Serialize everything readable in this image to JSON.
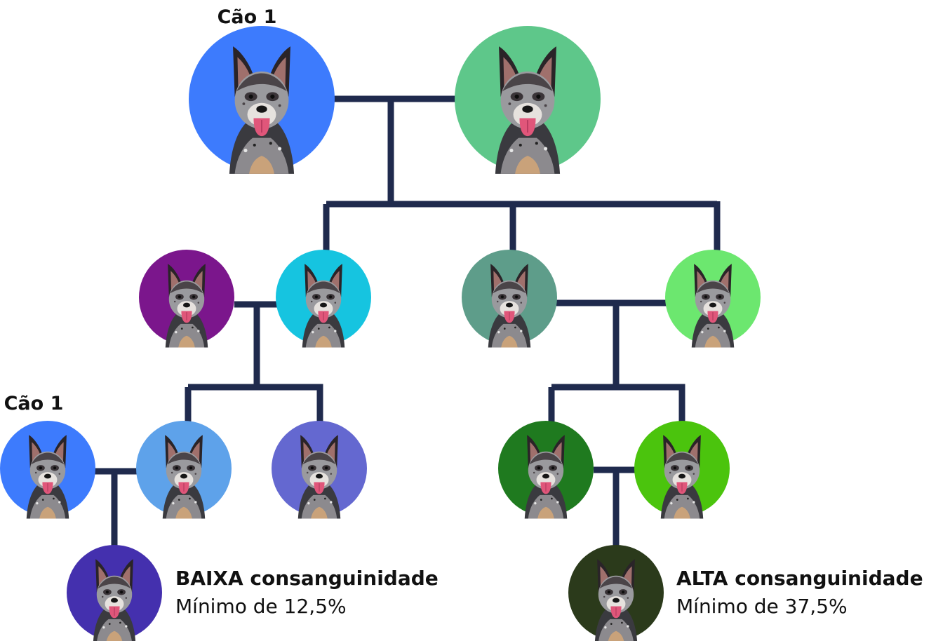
{
  "labels": {
    "dog1_top": "Cão 1",
    "dog1_bottom": "Cão 1"
  },
  "captions": {
    "low": {
      "title": "BAIXA consanguinidade",
      "subtitle": "Mínimo de 12,5%"
    },
    "high": {
      "title": "ALTA consanguinidade",
      "subtitle": "Mínimo de 37,5%"
    }
  },
  "colors": {
    "line": "#1f2a4d",
    "gen0_dog1": "#3d7bfd",
    "gen0_mate": "#5ec78a",
    "gen1_a_mate": "#7b168c",
    "gen1_a": "#16c4e0",
    "gen1_b": "#5e9d8a",
    "gen1_b_mate": "#6ce76f",
    "gen2_dog1": "#3d7bfd",
    "gen2_a": "#5ea2ea",
    "gen2_b": "#6468d0",
    "gen2_c": "#1f7a1f",
    "gen2_d": "#4bc40d",
    "gen3_low": "#4430ae",
    "gen3_high": "#2b3a1b"
  },
  "icons": {
    "dog": "dog-portrait-icon"
  }
}
